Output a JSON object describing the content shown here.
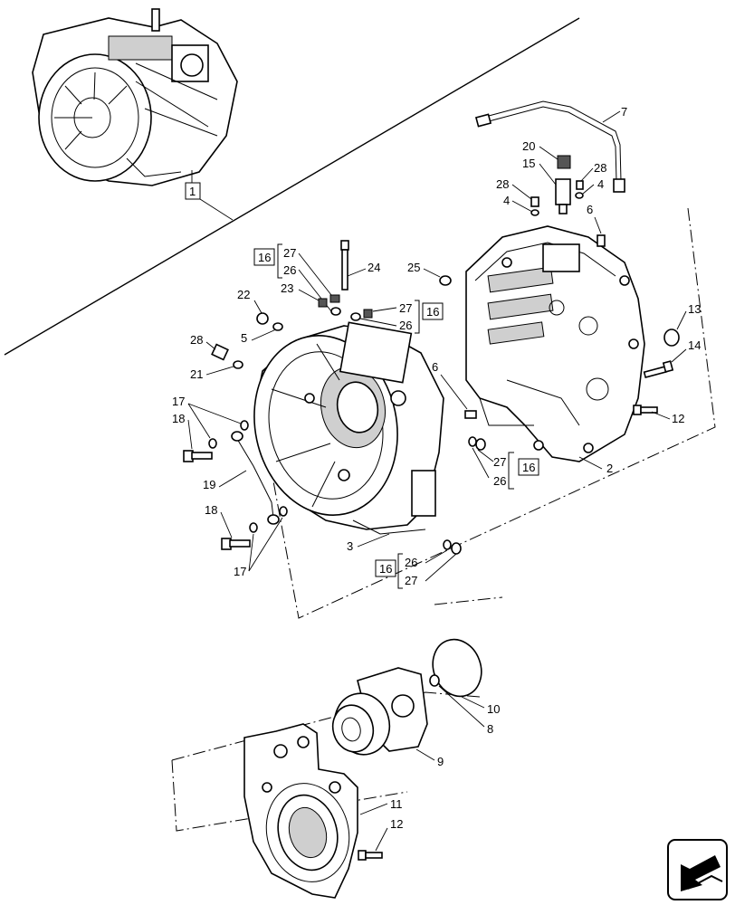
{
  "callouts": {
    "c1": "1",
    "c2": "2",
    "c3": "3",
    "c4a": "4",
    "c4b": "4",
    "c5": "5",
    "c6a": "6",
    "c6b": "6",
    "c7": "7",
    "c8": "8",
    "c9": "9",
    "c10": "10",
    "c11": "11",
    "c12a": "12",
    "c12b": "12",
    "c13": "13",
    "c14": "14",
    "c15": "15",
    "c16a": "16",
    "c16b": "16",
    "c16c": "16",
    "c16d": "16",
    "c17a": "17",
    "c17b": "17",
    "c18a": "18",
    "c18b": "18",
    "c19": "19",
    "c20": "20",
    "c21": "21",
    "c22": "22",
    "c23": "23",
    "c24": "24",
    "c25": "25",
    "c26a": "26",
    "c26b": "26",
    "c26c": "26",
    "c26d": "26",
    "c27a": "27",
    "c27b": "27",
    "c27c": "27",
    "c27d": "27",
    "c28a": "28",
    "c28b": "28",
    "c28c": "28"
  },
  "icons": {
    "nav": "navigation-arrow-icon"
  }
}
